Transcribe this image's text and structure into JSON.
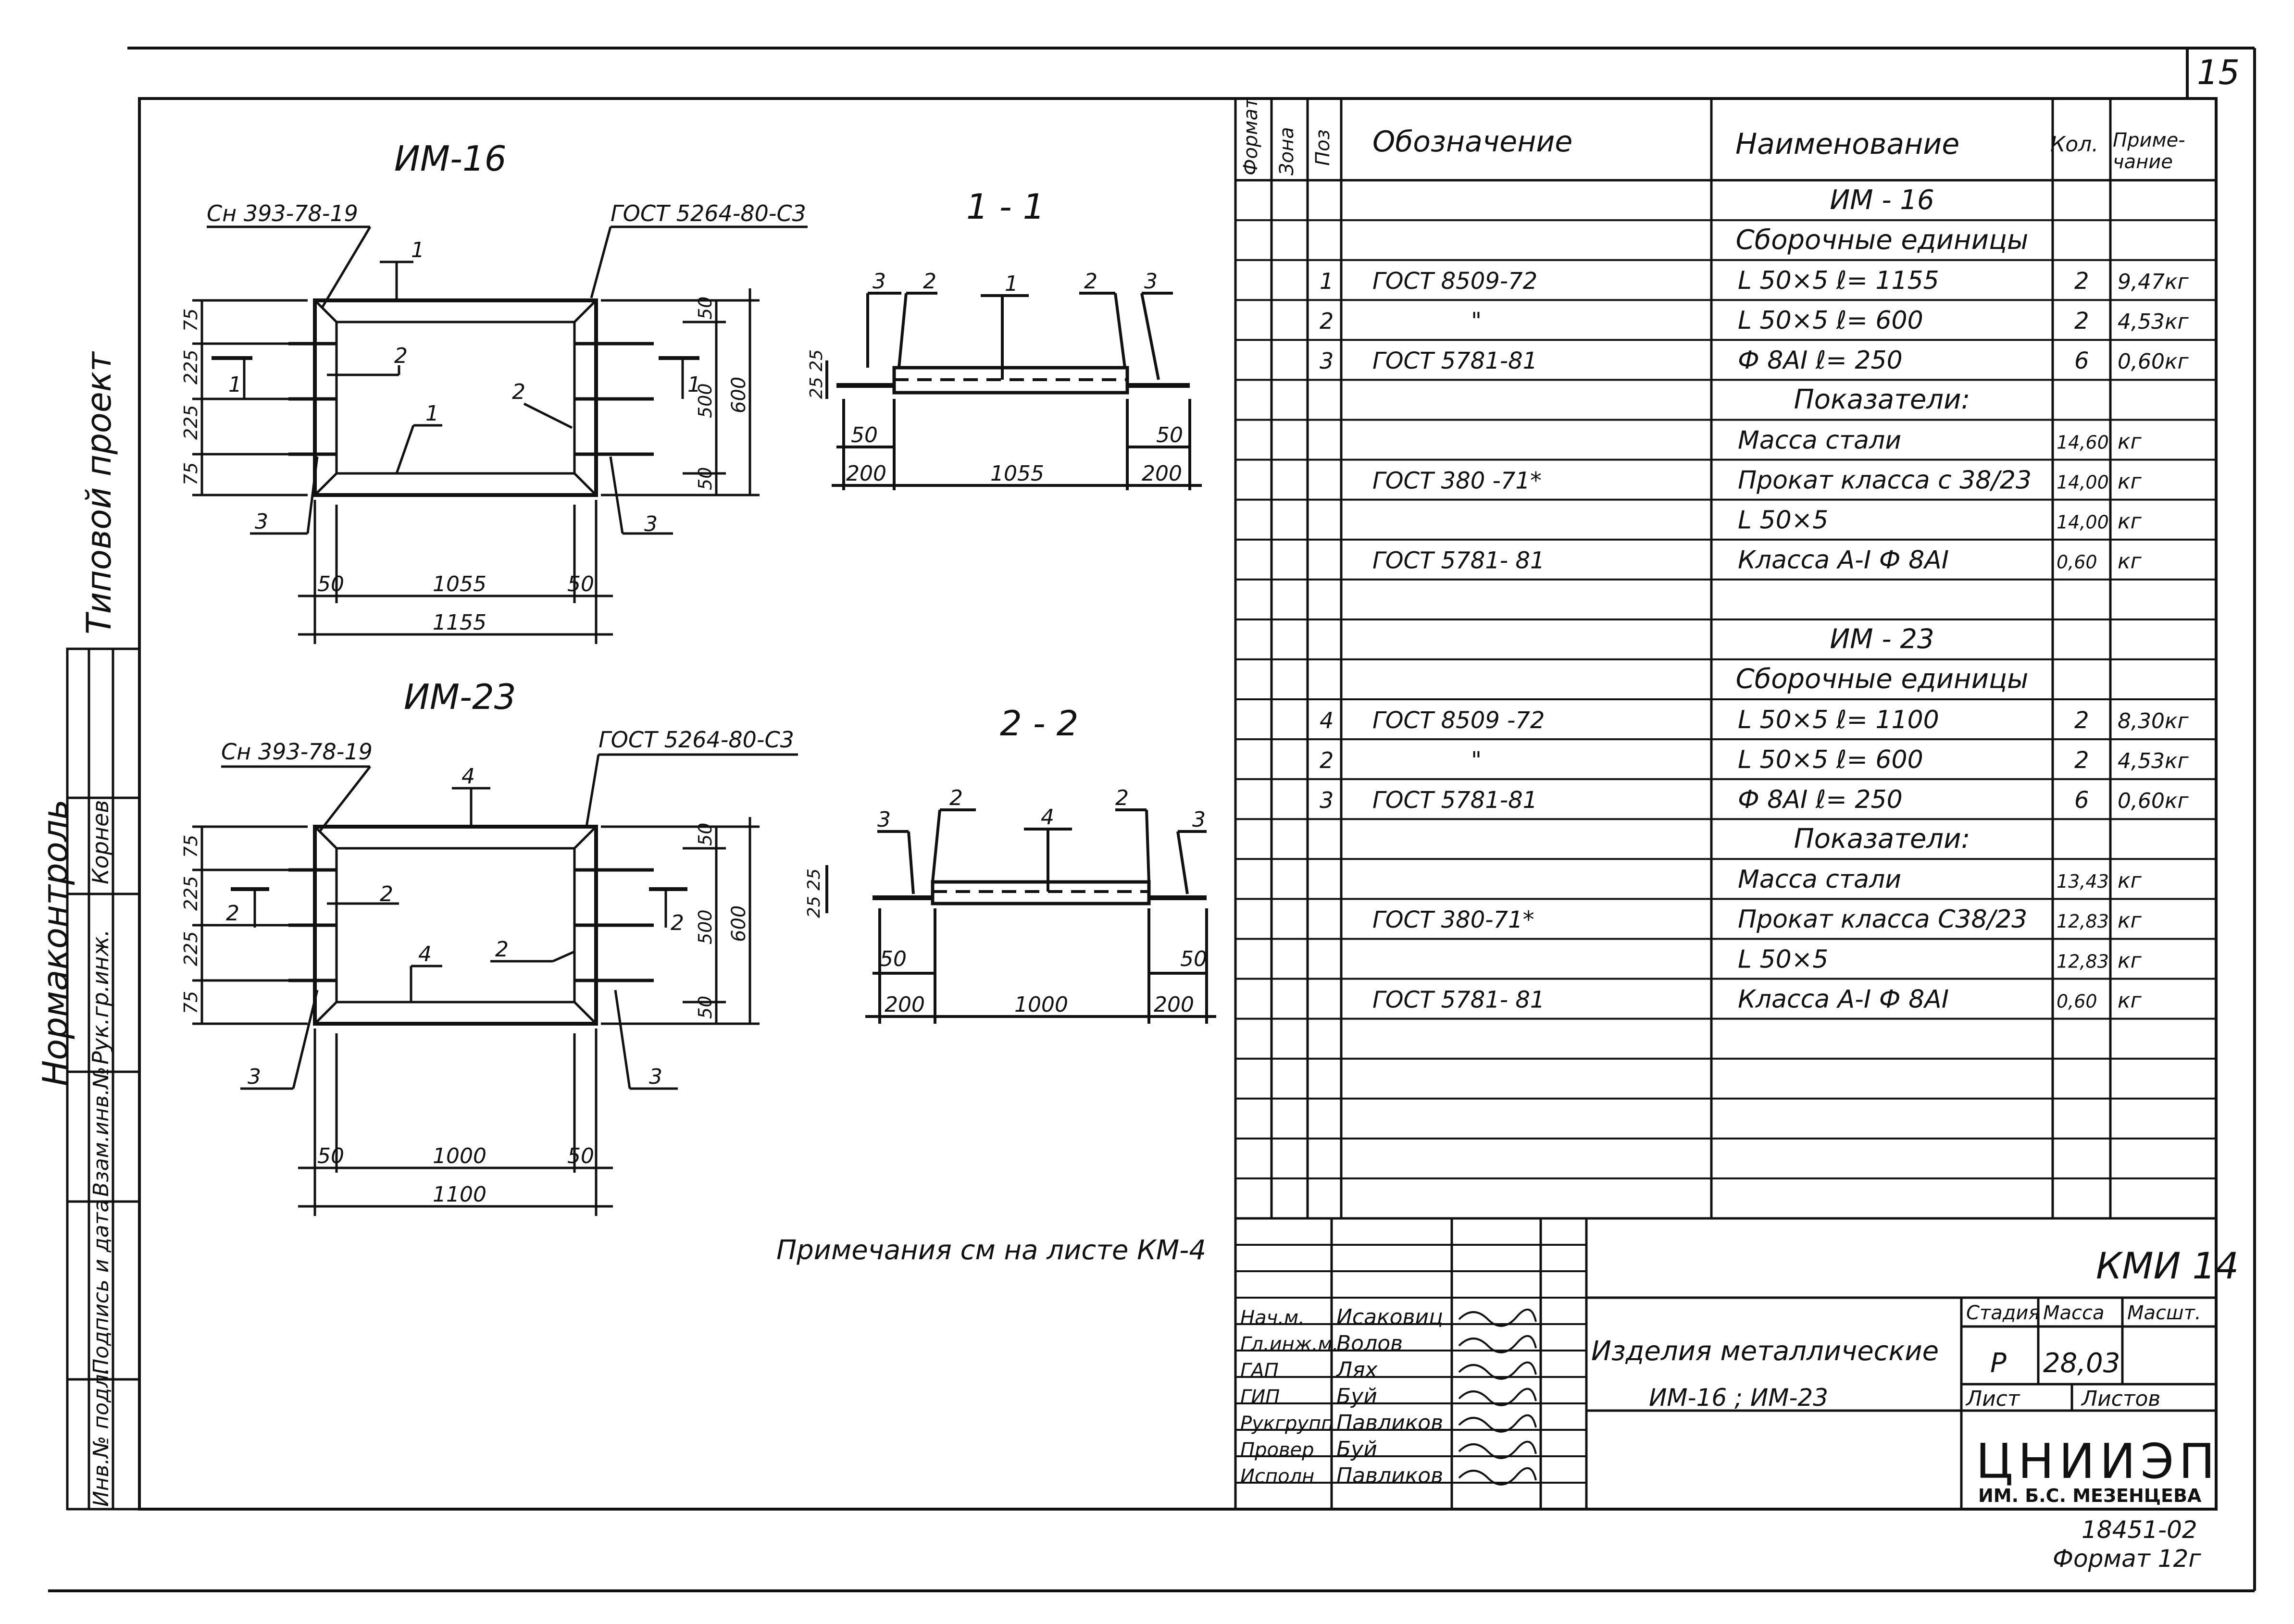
{
  "sheet": {
    "page_number": "15",
    "vertical_project_label": "Типовой проект",
    "doc_code": "КМИ 14",
    "notes": "Примечания см на листе КМ-4",
    "album_ref": "18451-02",
    "format_note": "Формат 12г"
  },
  "drawings": {
    "im16": {
      "title": "ИМ-16",
      "callout_left": "Сн 393-78-19",
      "callout_right": "ГОСТ 5264-80-С3",
      "section_title": "1 - 1",
      "section_mark": "1",
      "pos_top": "1",
      "pos_bottom": "1",
      "pos_side_left": "2",
      "pos_side_right": "2",
      "pos_bar_left": "3",
      "pos_bar_right": "3",
      "sec_pos_1": "3",
      "sec_pos_2": "2",
      "sec_pos_3": "1",
      "sec_pos_4": "2",
      "sec_pos_5": "3",
      "dim_left": [
        "75",
        "225",
        "225",
        "75"
      ],
      "dim_right_inner": [
        "50",
        "500",
        "50"
      ],
      "dim_right_total": "600",
      "dim_bottom_inner": [
        "50",
        "1055",
        "50"
      ],
      "dim_bottom_total": "1155",
      "sec_dims": [
        "200",
        "1055",
        "200"
      ],
      "sec_small": [
        "50",
        "50"
      ],
      "sec_height": "25 25"
    },
    "im23": {
      "title": "ИМ-23",
      "callout_left": "Сн 393-78-19",
      "callout_right": "ГОСТ 5264-80-С3",
      "section_title": "2 - 2",
      "section_mark": "2",
      "pos_top": "4",
      "pos_bottom": "4",
      "pos_side_left": "2",
      "pos_side_right": "2",
      "pos_bar_left": "3",
      "pos_bar_right": "3",
      "sec_pos_1": "3",
      "sec_pos_2": "2",
      "sec_pos_3": "4",
      "sec_pos_4": "2",
      "sec_pos_5": "3",
      "dim_left": [
        "75",
        "225",
        "225",
        "75"
      ],
      "dim_right_inner": [
        "50",
        "500",
        "50"
      ],
      "dim_right_total": "600",
      "dim_bottom_inner": [
        "50",
        "1000",
        "50"
      ],
      "dim_bottom_total": "1100",
      "sec_dims": [
        "200",
        "1000",
        "200"
      ],
      "sec_small": [
        "50",
        "50"
      ],
      "sec_height": "25 25"
    }
  },
  "spec": {
    "headers": {
      "format": "Формат",
      "zone": "Зона",
      "pos": "Поз",
      "designation": "Обозначение",
      "name": "Наименование",
      "qty": "Кол.",
      "note": "Приме-\nчание"
    },
    "rows": [
      {
        "pos": "",
        "designation": "",
        "name": "ИМ - 16",
        "qty": "",
        "note": "",
        "style": "center"
      },
      {
        "pos": "",
        "designation": "",
        "name": "Сборочные единицы",
        "qty": "",
        "note": "",
        "style": "center"
      },
      {
        "pos": "1",
        "designation": "ГОСТ  8509-72",
        "name": "L 50×5      ℓ= 1155",
        "qty": "2",
        "note": "9,47кг",
        "style": ""
      },
      {
        "pos": "2",
        "designation": "\"",
        "name": "L 50×5      ℓ= 600",
        "qty": "2",
        "note": "4,53кг",
        "style": ""
      },
      {
        "pos": "3",
        "designation": "ГОСТ  5781-81",
        "name": "Ф 8АI      ℓ= 250",
        "qty": "6",
        "note": "0,60кг",
        "style": ""
      },
      {
        "pos": "",
        "designation": "",
        "name": "Показатели:",
        "qty": "",
        "note": "",
        "style": "center"
      },
      {
        "pos": "",
        "designation": "",
        "name": "Масса  стали",
        "qty": "14,60",
        "note": "кг",
        "style": ""
      },
      {
        "pos": "",
        "designation": "ГОСТ 380 -71*",
        "name": "Прокат класса с 38/23",
        "qty": "14,00",
        "note": "кг",
        "style": ""
      },
      {
        "pos": "",
        "designation": "",
        "name": "L 50×5",
        "qty": "14,00",
        "note": "кг",
        "style": ""
      },
      {
        "pos": "",
        "designation": "ГОСТ 5781- 81",
        "name": "Класса А-I  Ф 8АI",
        "qty": "0,60",
        "note": "кг",
        "style": ""
      },
      {
        "pos": "",
        "designation": "",
        "name": "",
        "qty": "",
        "note": "",
        "style": ""
      },
      {
        "pos": "",
        "designation": "",
        "name": "ИМ - 23",
        "qty": "",
        "note": "",
        "style": "center"
      },
      {
        "pos": "",
        "designation": "",
        "name": "Сборочные единицы",
        "qty": "",
        "note": "",
        "style": "center"
      },
      {
        "pos": "4",
        "designation": "ГОСТ 8509 -72",
        "name": "L 50×5      ℓ= 1100",
        "qty": "2",
        "note": "8,30кг",
        "style": ""
      },
      {
        "pos": "2",
        "designation": "\"",
        "name": "L 50×5      ℓ= 600",
        "qty": "2",
        "note": "4,53кг",
        "style": ""
      },
      {
        "pos": "3",
        "designation": "ГОСТ  5781-81",
        "name": "Ф 8АI      ℓ= 250",
        "qty": "6",
        "note": "0,60кг",
        "style": ""
      },
      {
        "pos": "",
        "designation": "",
        "name": "Показатели:",
        "qty": "",
        "note": "",
        "style": "center"
      },
      {
        "pos": "",
        "designation": "",
        "name": "Масса  стали",
        "qty": "13,43",
        "note": "кг",
        "style": ""
      },
      {
        "pos": "",
        "designation": "ГОСТ 380-71*",
        "name": "Прокат класса С38/23",
        "qty": "12,83",
        "note": "кг",
        "style": ""
      },
      {
        "pos": "",
        "designation": "",
        "name": "L 50×5",
        "qty": "12,83",
        "note": "кг",
        "style": ""
      },
      {
        "pos": "",
        "designation": "ГОСТ 5781- 81",
        "name": "Класса  А-I  Ф 8АI",
        "qty": "0,60",
        "note": "кг",
        "style": ""
      },
      {
        "pos": "",
        "designation": "",
        "name": "",
        "qty": "",
        "note": "",
        "style": ""
      },
      {
        "pos": "",
        "designation": "",
        "name": "",
        "qty": "",
        "note": "",
        "style": ""
      },
      {
        "pos": "",
        "designation": "",
        "name": "",
        "qty": "",
        "note": "",
        "style": ""
      },
      {
        "pos": "",
        "designation": "",
        "name": "",
        "qty": "",
        "note": "",
        "style": ""
      },
      {
        "pos": "",
        "designation": "",
        "name": "",
        "qty": "",
        "note": "",
        "style": ""
      }
    ]
  },
  "title_block": {
    "signers": [
      {
        "role": "Нач.м.",
        "name": "Исаковиц"
      },
      {
        "role": "Гл.инж.м.",
        "name": "Волов"
      },
      {
        "role": "ГАП",
        "name": "Лях"
      },
      {
        "role": "ГИП",
        "name": "Буй"
      },
      {
        "role": "Рукгрупп",
        "name": "Павликов"
      },
      {
        "role": "Провер",
        "name": "Буй"
      },
      {
        "role": "Исполн",
        "name": "Павликов"
      }
    ],
    "item_title_1": "Изделия металлические",
    "item_title_2": "ИМ-16 ; ИМ-23",
    "stage_label": "Стадия",
    "mass_label": "Масса",
    "scale_label": "Масшт.",
    "stage_value": "Р",
    "mass_value": "28,03",
    "sheet_label": "Лист",
    "sheets_label": "Листов",
    "org_name": "ЦНИИЭП",
    "org_sub": "ИМ. Б.С. МЕЗЕНЦЕВА"
  },
  "left_margin": {
    "normcontrol": "Нормаконтроль",
    "rows": [
      {
        "label": "Рук.гр.инж.",
        "name": "Корнев"
      },
      {
        "label": "Взам.инв.№",
        "name": ""
      },
      {
        "label": "Подпись и дата",
        "name": ""
      },
      {
        "label": "Инв.№ подл.",
        "name": ""
      }
    ]
  }
}
